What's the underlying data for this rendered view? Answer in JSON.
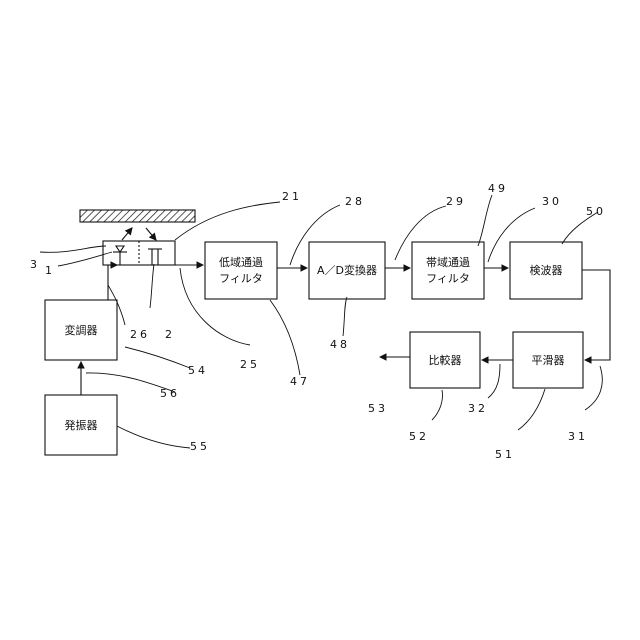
{
  "blocks": {
    "modulator": "変調器",
    "oscillator": "発振器",
    "lpf_line1": "低域通過",
    "lpf_line2": "フィルタ",
    "adc": "A／D変換器",
    "bpf_line1": "帯域通過",
    "bpf_line2": "フィルタ",
    "detector": "検波器",
    "smoother": "平滑器",
    "comparator": "比較器"
  },
  "labels": {
    "n1": "1",
    "n2": "2",
    "n3": "3",
    "n21": "21",
    "n25": "25",
    "n26": "26",
    "n28": "28",
    "n29": "29",
    "n30": "30",
    "n31": "31",
    "n32": "32",
    "n47": "47",
    "n48": "48",
    "n49": "49",
    "n50": "50",
    "n51": "51",
    "n52": "52",
    "n53": "53",
    "n54": "54",
    "n55": "55",
    "n56": "56"
  },
  "colors": {
    "line": "#111111",
    "paper": "#ffffff"
  }
}
